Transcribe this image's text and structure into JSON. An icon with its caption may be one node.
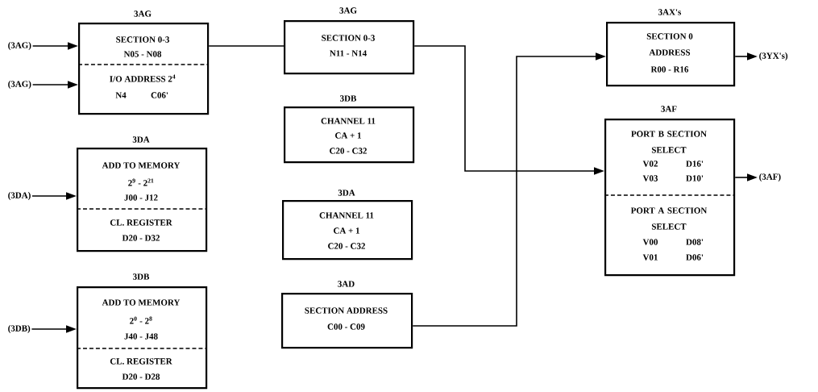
{
  "diagram": {
    "nodes": [
      {
        "text": [
          "(3AG)"
        ]
      },
      {
        "text": [
          "(3AG)"
        ]
      },
      {
        "text": [
          "3AG",
          "SECTION 0-3",
          "N05 - N08",
          "I/O ADDRESS 2$^{4}$",
          "N4",
          "C06'"
        ]
      },
      {
        "text": [
          "(3DA)"
        ]
      },
      {
        "text": [
          "3DA",
          "ADD TO MEMORY",
          "2$^{9}$ - 2$^{21}$",
          "J00 - J12",
          "CL. REGISTER",
          "D20 - D32"
        ]
      },
      {
        "text": [
          "(3DB)"
        ]
      },
      {
        "text": [
          "3DB",
          "ADD TO MEMORY",
          "2$^{0}$ - 2$^{8}$",
          "J40 - J48",
          "CL. REGISTER",
          "D20 - D28"
        ]
      },
      {
        "text": [
          "3AG",
          "SECTION 0-3",
          "N11 - N14"
        ]
      },
      {
        "text": [
          "3DB",
          "CHANNEL 11",
          "CA + 1",
          "C20 - C32"
        ]
      },
      {
        "text": [
          "3DA",
          "CHANNEL 11",
          "CA + 1",
          "C20 - C32"
        ]
      },
      {
        "text": [
          "3AD",
          "SECTION ADDRESS",
          "C00 - C09"
        ]
      },
      {
        "text": [
          "3AX's",
          "SECTION 0",
          "ADDRESS",
          "R00 - R16"
        ]
      },
      {
        "text": [
          "3AF",
          "PORT B SECTION SELECT",
          "V02",
          "D16'",
          "V03",
          "D10'",
          "PORT A SECTION SELECT",
          "V00",
          "D08'",
          "V01",
          "D06'"
        ]
      },
      {
        "text": [
          "(3YX's)"
        ]
      },
      {
        "text": [
          "(3AF)"
        ]
      }
    ],
    "edges": [
      {
        "from": 0,
        "to": 2,
        "arrow": "to"
      },
      {
        "from": 1,
        "to": 2,
        "arrow": "to"
      },
      {
        "from": 3,
        "to": 4,
        "arrow": "to"
      },
      {
        "from": 5,
        "to": 6,
        "arrow": "to"
      },
      {
        "from": 2,
        "to": 7,
        "arrow": "none"
      },
      {
        "from": 7,
        "to": 12,
        "arrow": "to"
      },
      {
        "from": 10,
        "to": 11,
        "arrow": "to"
      },
      {
        "from": 11,
        "to": 13,
        "arrow": "to"
      },
      {
        "from": 12,
        "to": 14,
        "arrow": "to"
      }
    ]
  }
}
